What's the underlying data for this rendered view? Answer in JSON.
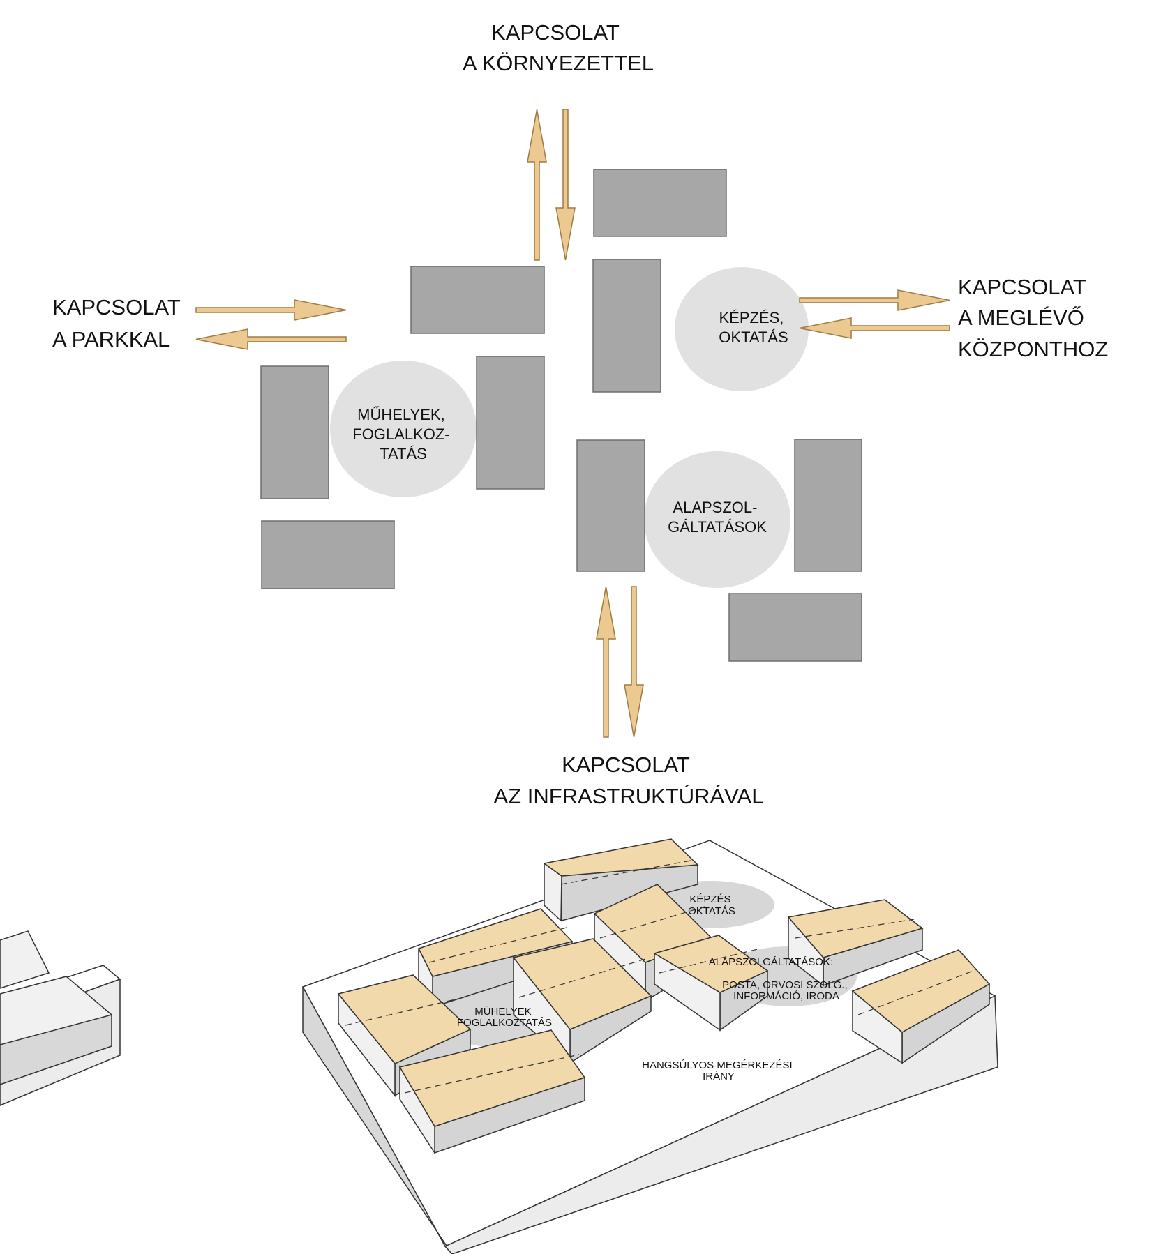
{
  "labels": {
    "top": [
      "KAPCSOLAT",
      "A KÖRNYEZETTEL"
    ],
    "left": [
      "KAPCSOLAT",
      "A PARKKAL"
    ],
    "right": [
      "KAPCSOLAT",
      "A MEGLÉVŐ",
      "KÖZPONTHOZ"
    ],
    "bottom": [
      "KAPCSOLAT",
      "AZ INFRASTRUKTÚRÁVAL"
    ]
  },
  "zones": {
    "kepzes": [
      "KÉPZÉS,",
      "OKTATÁS"
    ],
    "muhelyek": [
      "MŰHELYEK,",
      "FOGLALKOZ-",
      "TATÁS"
    ],
    "alapszol": [
      "ALAPSZOL-",
      "GÁLTATÁSOK"
    ]
  },
  "iso_labels": {
    "kepzes": [
      "KÉPZÉS",
      "OKTATÁS"
    ],
    "alapszol": [
      "ALAPSZOLGÁLTATÁSOK:",
      "",
      "POSTA, ORVOSI SZOLG.,",
      "INFORMÁCIÓ, IRODA"
    ],
    "muhelyek": [
      "MŰHELYEK",
      "FOGLALKOZTATÁS"
    ],
    "arrival": [
      "HANGSÚLYOS MEGÉRKEZÉSI",
      "IRÁNY"
    ]
  },
  "colors": {
    "arrow_fill": "#ecc990",
    "block_gray": "#a7a7a7",
    "zone_gray": "#e1e1e1",
    "roof": "#f2d9ab"
  }
}
